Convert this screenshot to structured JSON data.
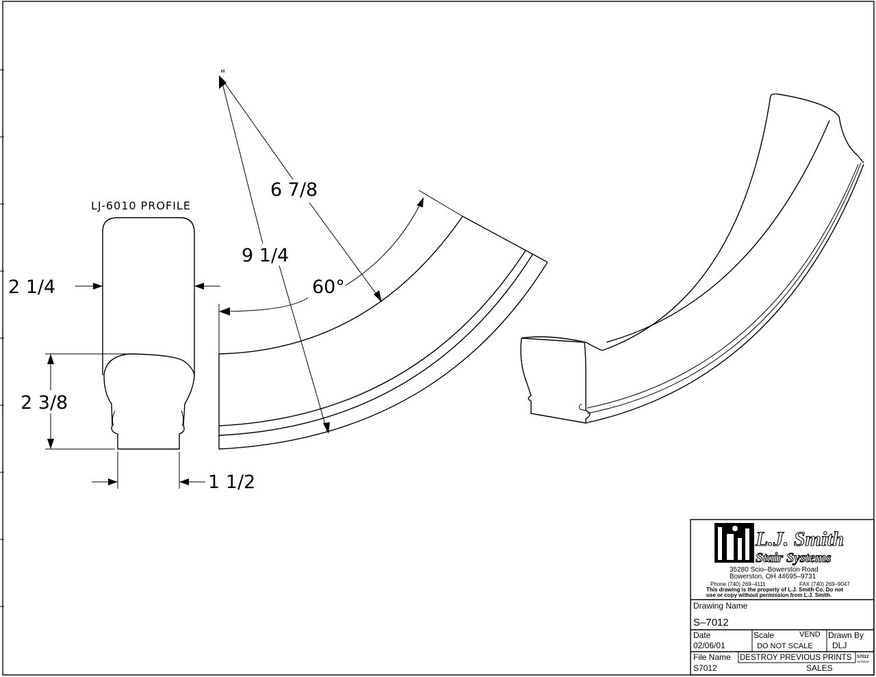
{
  "profile": {
    "label": "LJ-6010 PROFILE",
    "width_dim": "2 1/4",
    "height_dim": "2 3/8",
    "base_dim": "1 1/2"
  },
  "fitting": {
    "radius_inner": "6 7/8",
    "radius_outer": "9 1/4",
    "angle": "60°",
    "center_mark": "\""
  },
  "title_block": {
    "company": "L.J. Smith",
    "division": "Stair Systems",
    "address1": "35280 Scio–Bowerston Road",
    "address2": "Bowerston, OH  44695–9731",
    "phone": "Phone (740) 269–4111",
    "fax": "FAX (740) 269–9047",
    "notice1": "This drawing is the property of L.J. Smith Co. Do not",
    "notice2": "use or copy without permission from L.J. Smith.",
    "drawing_name_label": "Drawing Name",
    "drawing_name": "S–7012",
    "date_label": "Date",
    "date": "02/06/01",
    "scale_label": "Scale",
    "vendor": "VEND",
    "scale": "DO NOT SCALE",
    "drawn_by_label": "Drawn By",
    "drawn_by": "DLJ",
    "file_name_label": "File Name",
    "destroy": "DESTROY PREVIOUS PRINTS",
    "file_name": "S7012",
    "dept": "SALES",
    "rev_tag": "S7012",
    "rev_date": "11/19/03"
  }
}
